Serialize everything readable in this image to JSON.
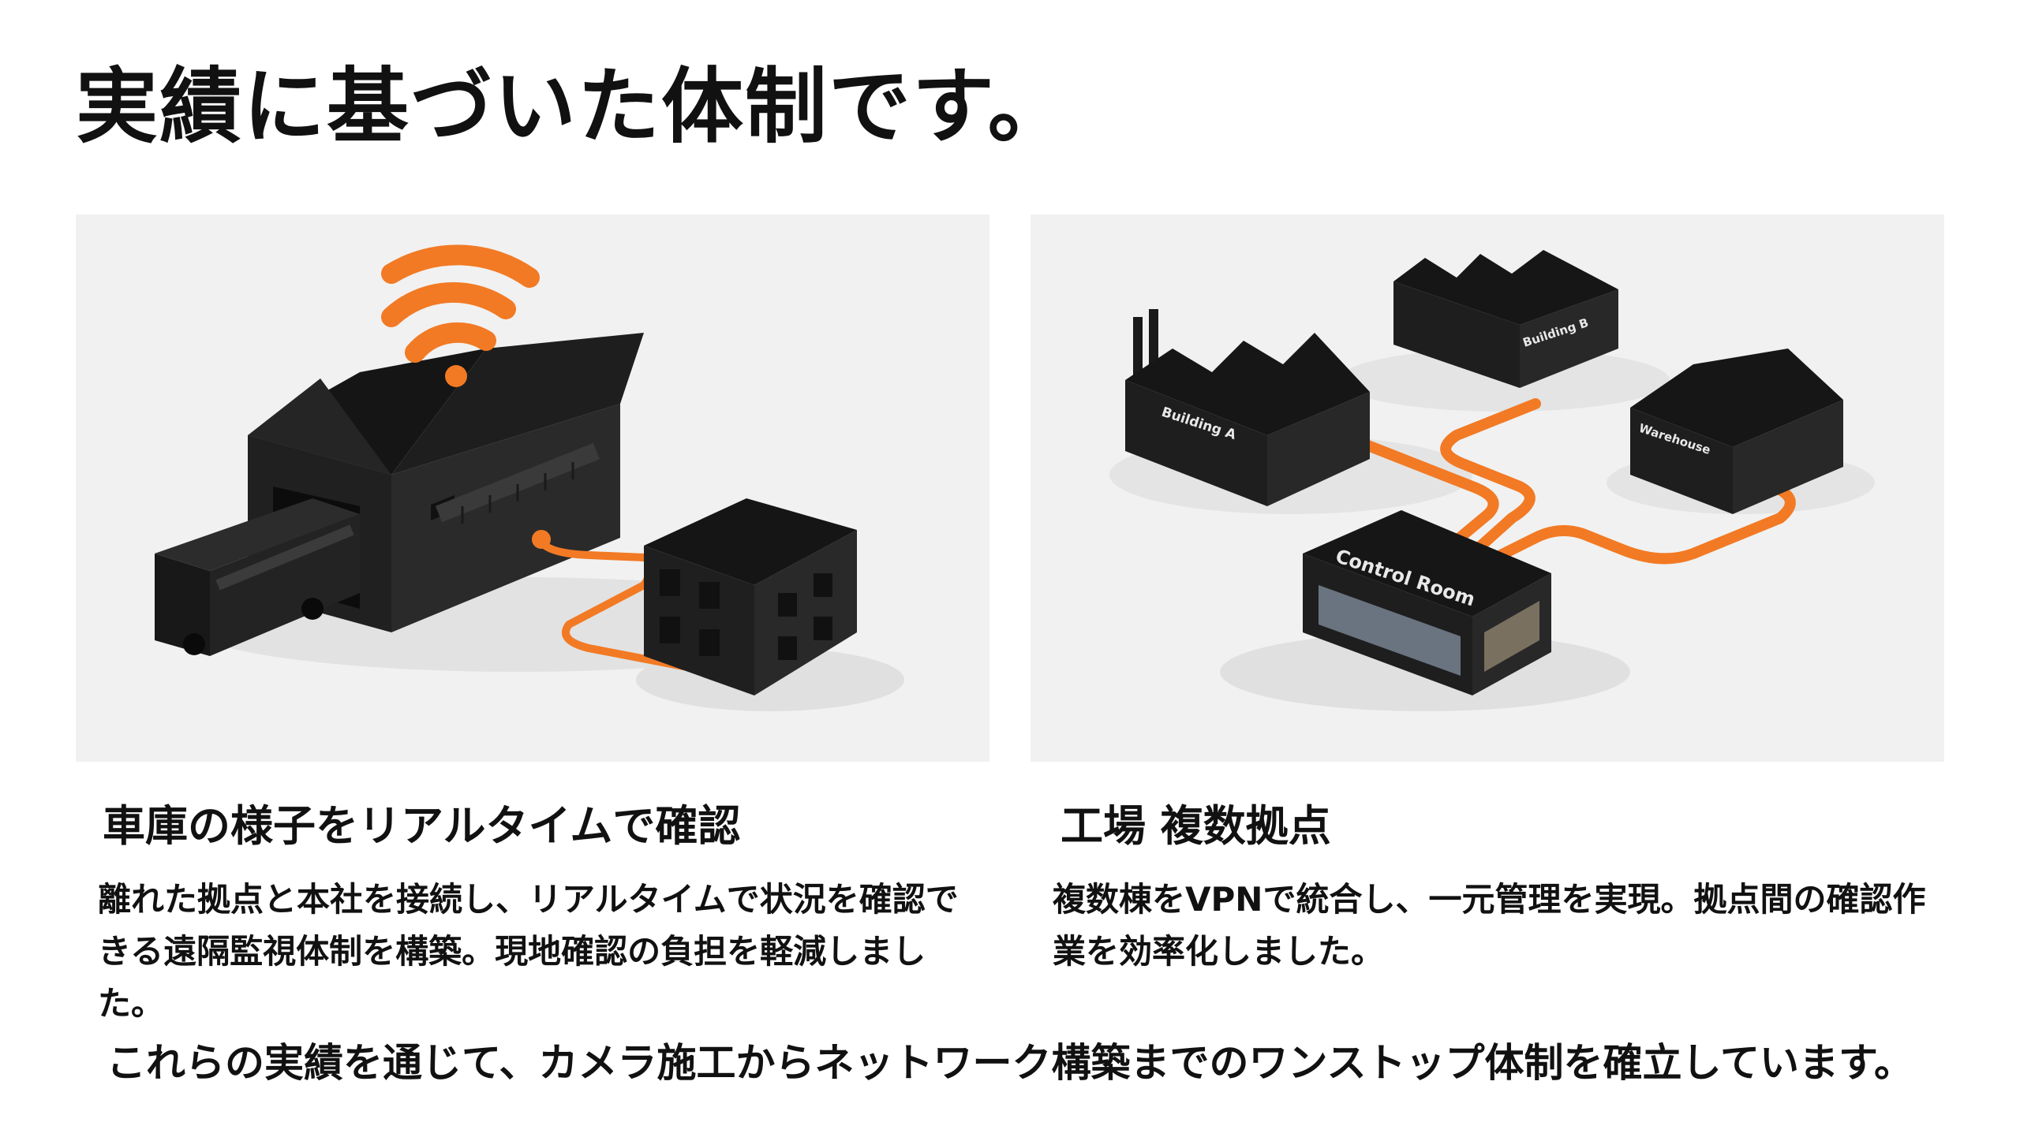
{
  "page": {
    "title": "実績に基づいた体制です。",
    "summary": "これらの実績を通じて、カメラ施工からネットワーク構築までのワンストップ体制を確立しています。"
  },
  "cases": [
    {
      "heading": "車庫の様子をリアルタイムで確認",
      "description": "離れた拠点と本社を接続し、リアルタイムで状況を確認できる遠隔監視体制を構築。現地確認の負担を軽減しました。"
    },
    {
      "heading": "工場 複数拠点",
      "description": "複数棟をVPNで統合し、一元管理を実現。拠点間の確認作業を効率化しました。"
    }
  ],
  "illustration_labels": {
    "building_a": "Building A",
    "building_b": "Building B",
    "warehouse": "Warehouse",
    "control_room": "Control Room"
  },
  "colors": {
    "accent": "#f27a24",
    "building": "#1c1c1c",
    "panel_bg": "#f1f1f1",
    "text": "#111111"
  }
}
